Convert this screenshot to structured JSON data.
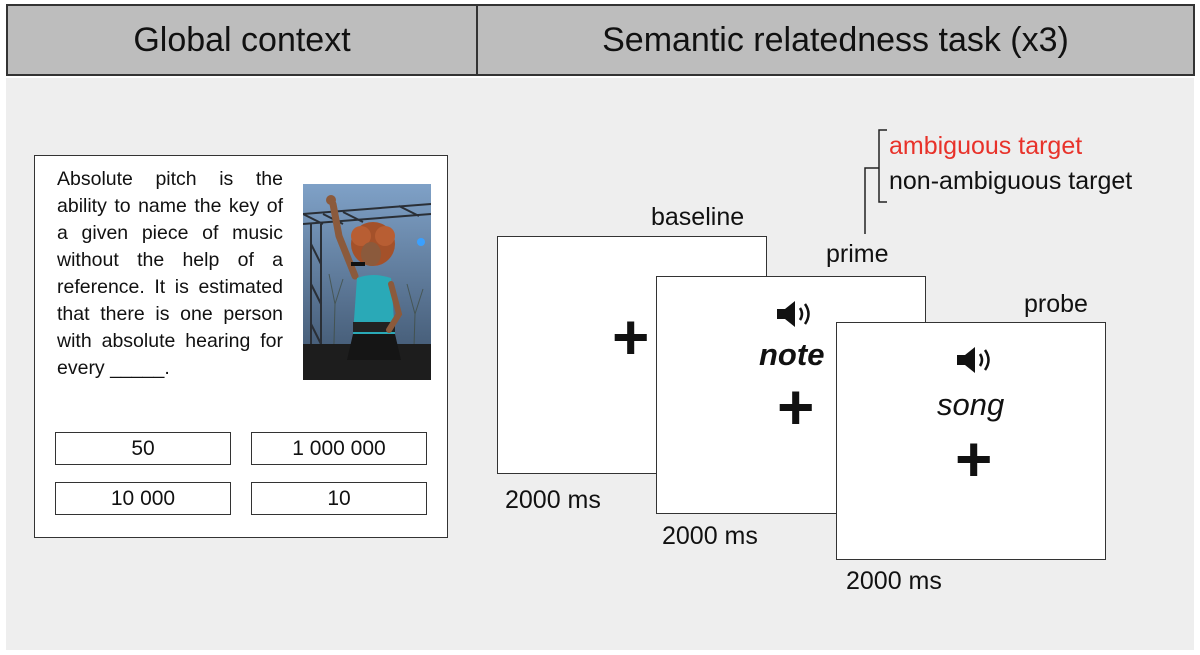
{
  "headers": {
    "left": "Global context",
    "right": "Semantic relatedness task (x3)"
  },
  "context_card": {
    "passage": "Absolute pitch is the ability to name the key of a given piece of music without the help of a reference. It is estimated that there is one person with absolute hearing for every _____.",
    "options": [
      "50",
      "1 000 000",
      "10 000",
      "10"
    ]
  },
  "screens": {
    "baseline": {
      "label": "baseline",
      "duration": "2000 ms",
      "symbol": "+"
    },
    "prime": {
      "label": "prime",
      "word": "note",
      "duration": "2000 ms",
      "symbol": "+",
      "icon": "speaker-icon"
    },
    "probe": {
      "label": "probe",
      "word": "song",
      "duration": "2000 ms",
      "symbol": "+",
      "icon": "speaker-icon"
    }
  },
  "prime_conditions": {
    "ambiguous": "ambiguous target",
    "non_ambiguous": "non-ambiguous target",
    "ambiguous_color": "#e8322a"
  }
}
